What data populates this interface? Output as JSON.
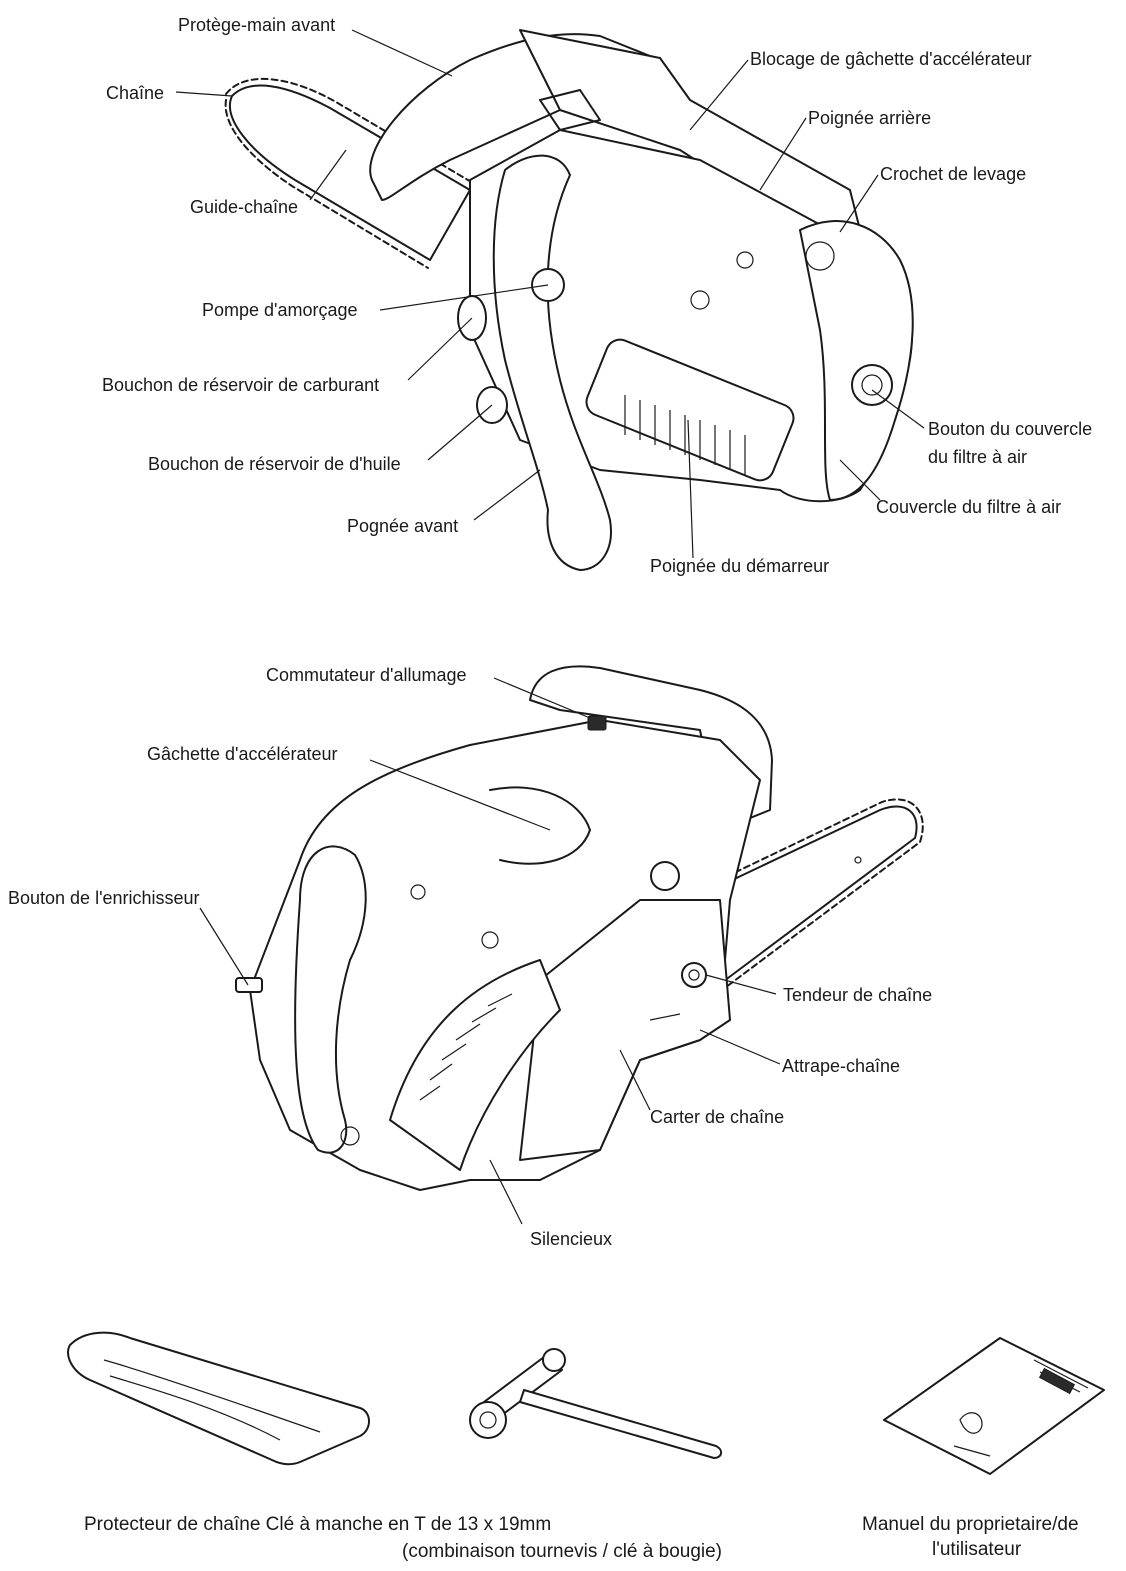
{
  "figure1": {
    "labels": {
      "front_hand_guard": "Protège-main avant",
      "chain": "Chaîne",
      "guide_bar": "Guide-chaîne",
      "primer_pump": "Pompe d'amorçage",
      "fuel_cap": "Bouchon de réservoir de carburant",
      "oil_cap": "Bouchon de réservoir de d'huile",
      "front_handle": "Pognée avant",
      "throttle_lockout": "Blocage de gâchette d'accélérateur",
      "rear_handle": "Poignée arrière",
      "lifting_hook": "Crochet de levage",
      "air_filter_knob_line1": "Bouton du couvercle",
      "air_filter_knob_line2": "du filtre à air",
      "air_filter_cover": "Couvercle du filtre à air",
      "starter_handle": "Poignée du démarreur"
    }
  },
  "figure2": {
    "labels": {
      "ignition_switch": "Commutateur d'allumage",
      "throttle_trigger": "Gâchette d'accélérateur",
      "choke_knob": "Bouton de l'enrichisseur",
      "chain_tensioner": "Tendeur de chaîne",
      "chain_catcher": "Attrape-chaîne",
      "chain_cover": "Carter de chaîne",
      "muffler": "Silencieux"
    }
  },
  "accessories": {
    "caption_left": "Protecteur de chaîne Clé à manche en T de 13 x 19mm",
    "caption_mid": "(combinaison tournevis / clé à bougie)",
    "caption_right_line1": "Manuel du proprietaire/de",
    "caption_right_line2": "l'utilisateur"
  }
}
